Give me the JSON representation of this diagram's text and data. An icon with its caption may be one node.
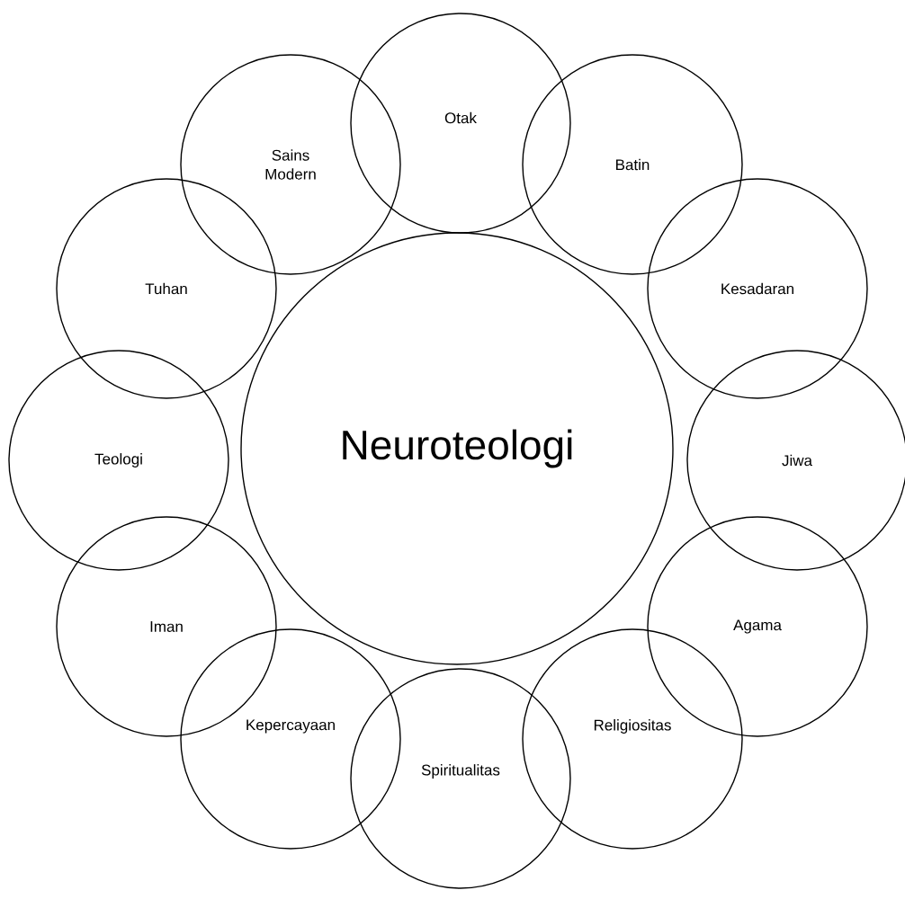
{
  "diagram": {
    "nodes": [
      {
        "text": [
          "Neuroteologi"
        ]
      },
      {
        "text": [
          "Otak"
        ]
      },
      {
        "text": [
          "Batin"
        ]
      },
      {
        "text": [
          "Kesadaran"
        ]
      },
      {
        "text": [
          "Jiwa"
        ]
      },
      {
        "text": [
          "Agama"
        ]
      },
      {
        "text": [
          "Religiositas"
        ]
      },
      {
        "text": [
          "Spiritualitas"
        ]
      },
      {
        "text": [
          "Kepercayaan"
        ]
      },
      {
        "text": [
          "Iman"
        ]
      },
      {
        "text": [
          "Teologi"
        ]
      },
      {
        "text": [
          "Tuhan"
        ]
      },
      {
        "text": [
          "Sains Modern"
        ]
      }
    ]
  }
}
